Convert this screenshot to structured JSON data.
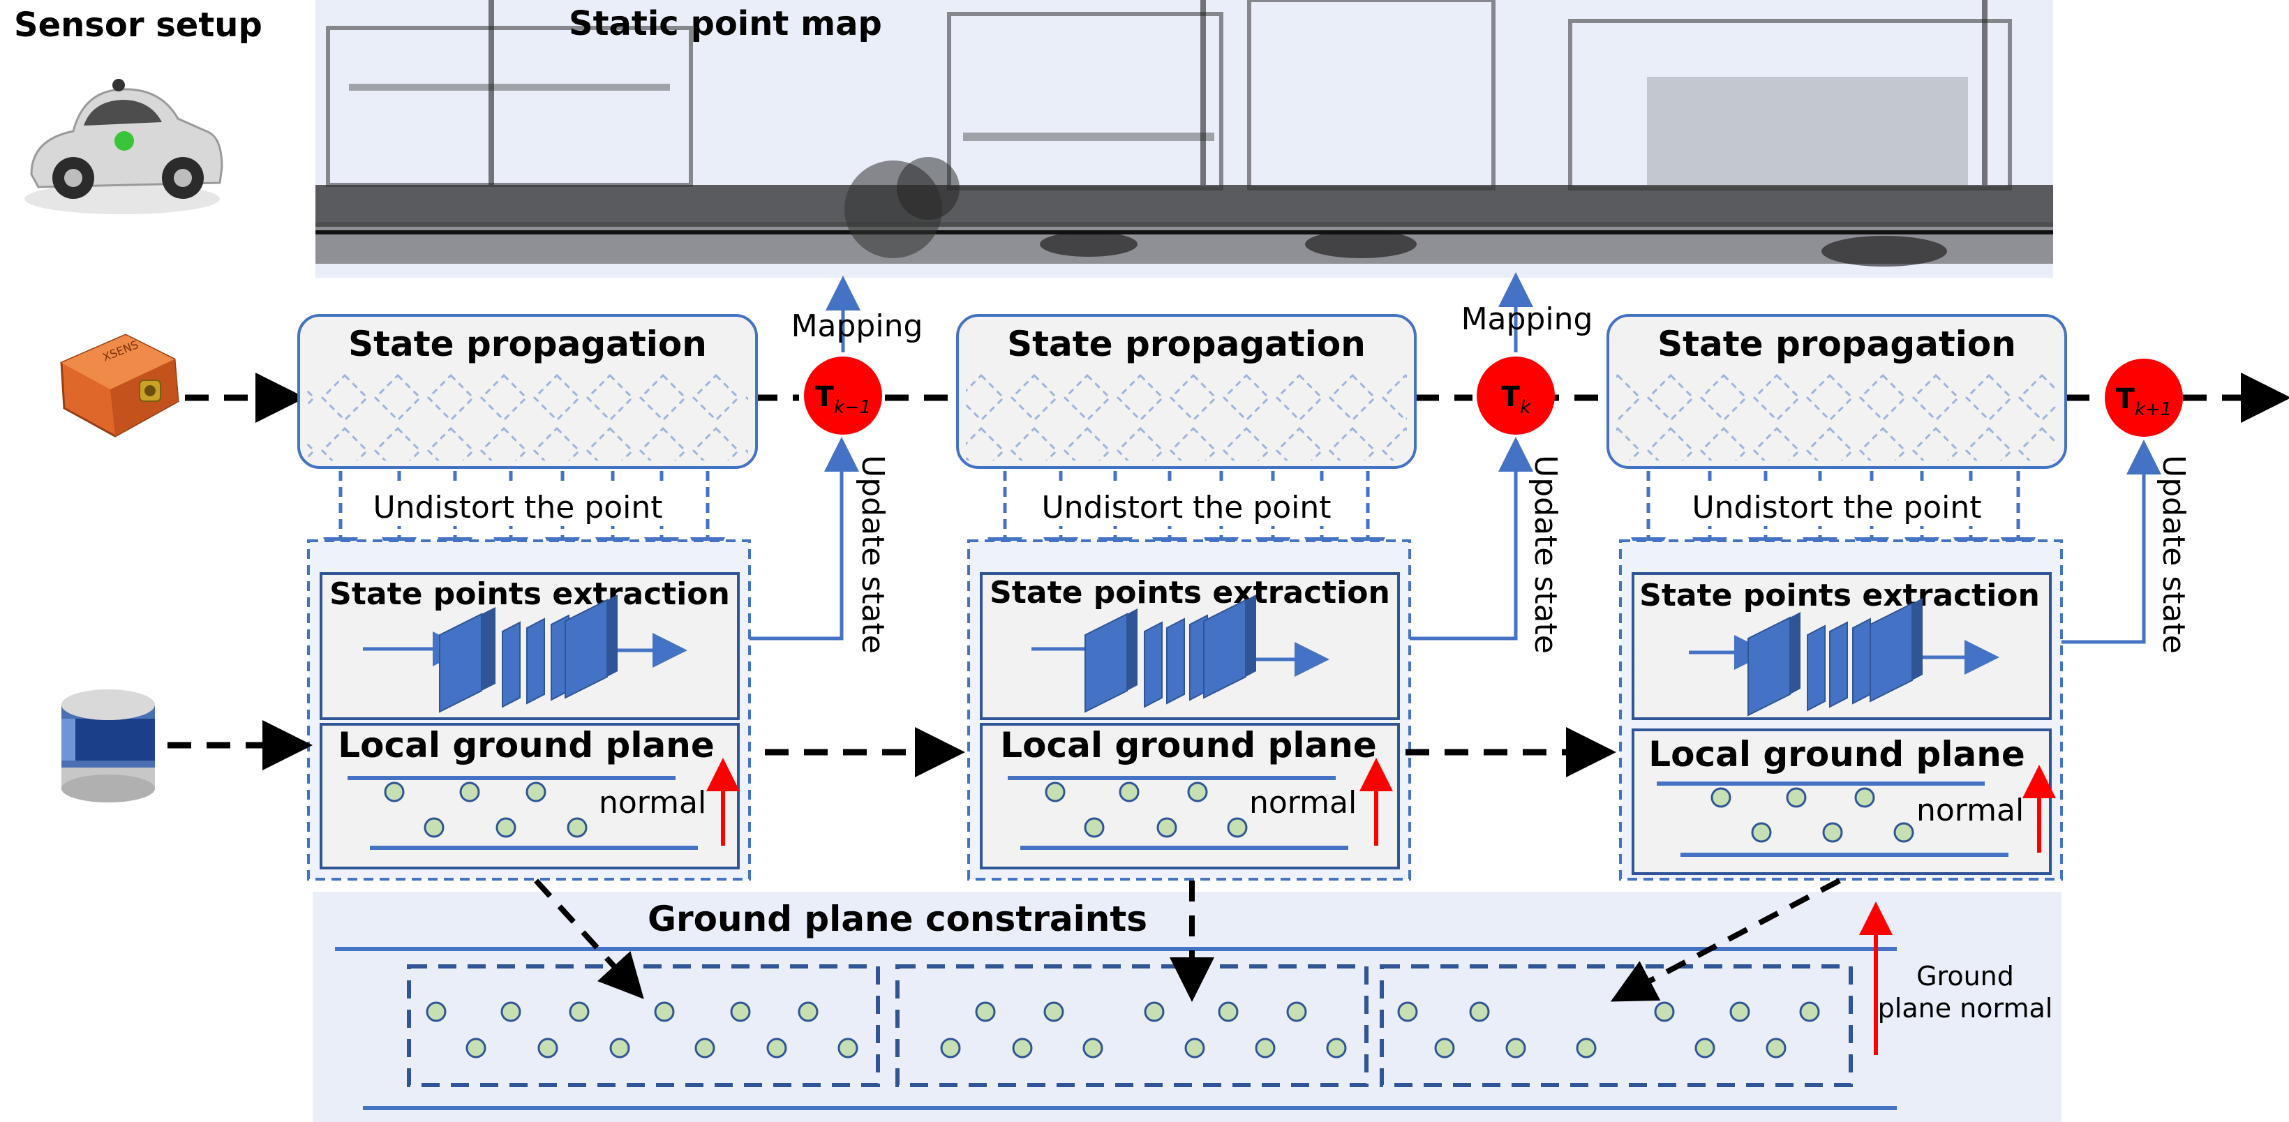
{
  "labels": {
    "sensor_setup": "Sensor setup",
    "static_map": "Static point map",
    "mapping": "Mapping",
    "update_state": "Update state",
    "state_propagation": "State propagation",
    "undistort": "Undistort the point",
    "state_points_extraction": "State points extraction",
    "local_ground_plane": "Local ground plane",
    "normal": "normal",
    "ground_plane_constraints": "Ground plane constraints",
    "ground_plane_normal_line1": "Ground",
    "ground_plane_normal_line2": "plane normal"
  },
  "poses": [
    {
      "base": "T",
      "sub": "k−1"
    },
    {
      "base": "T",
      "sub": "k"
    },
    {
      "base": "T",
      "sub": "k+1"
    }
  ],
  "icons": [
    "car-sensor-icon",
    "imu-icon",
    "lidar-icon"
  ],
  "colors": {
    "blue": "#4472c4",
    "block_fill": "#f2f2f2",
    "region_fill": "#e9eef9",
    "node_red": "#ff0000",
    "dot_fill": "#c6e0b4",
    "arrow_red": "#ff0000",
    "dark": "#222222"
  }
}
